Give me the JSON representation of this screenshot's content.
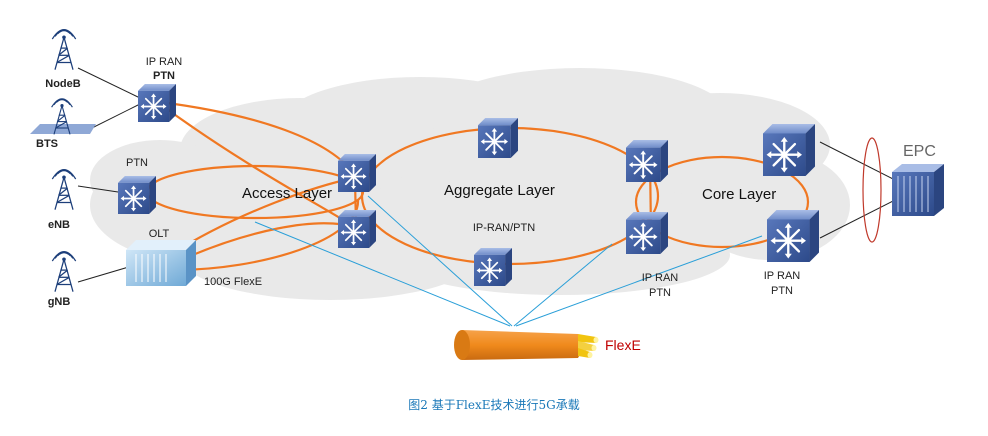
{
  "labels": {
    "nodeb": "NodeB",
    "bts": "BTS",
    "enb": "eNB",
    "gnb": "gNB",
    "ipran_ptn_top_line1": "IP RAN",
    "ipran_ptn_top_line2": "PTN",
    "ptn_left": "PTN",
    "olt": "OLT",
    "flexe_100g": "100G FlexE",
    "ipran_ptn_mid": "IP-RAN/PTN",
    "ipran_ptn_bottom1_line1": "IP RAN",
    "ipran_ptn_bottom1_line2": "PTN",
    "ipran_ptn_bottom2_line1": "IP RAN",
    "ipran_ptn_bottom2_line2": "PTN",
    "epc": "EPC",
    "flexe": "FlexE"
  },
  "layers": {
    "access": "Access Layer",
    "aggregate": "Aggregate Layer",
    "core": "Core Layer"
  },
  "caption": "图2  基于FlexE技术进行5G承载",
  "colors": {
    "ring": "#f07822",
    "cable": "#2a9fd8",
    "device_face": "#3f5fa3",
    "cloud": "#e9e9e9",
    "caption": "#1a78b8",
    "flexe_text": "#c00000"
  }
}
